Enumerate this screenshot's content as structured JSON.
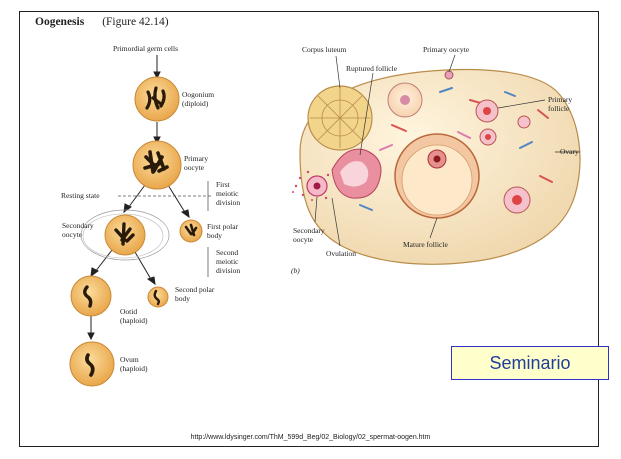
{
  "oogenesis": {
    "title": "Oogenesis",
    "figure_ref": "(Figure 42.14)",
    "primordial": "Primordial germ cells",
    "oogonium": "Oogonium\n(diploid)",
    "primary_oocyte": "Primary\noocyte",
    "resting_state": "Resting state",
    "first_meiotic": "First\nmeiotic\ndivision",
    "secondary_oocyte": "Secondary\noocyte",
    "first_polar": "First polar\nbody",
    "second_meiotic": "Second\nmeiotic\ndivision",
    "second_polar": "Second polar\nbody",
    "ootid": "Ootid\n(haploid)",
    "ovum": "Ovum\n(haploid)"
  },
  "ovary": {
    "corpus_luteum": "Corpus luteum",
    "ruptured_follicle": "Ruptured follicle",
    "primary_oocyte": "Primary oocyte",
    "primary_follicle": "Primary\nfollicle",
    "ovary": "Ovary",
    "secondary_oocyte": "Secondary\noocyte",
    "ovulation": "Ovulation",
    "mature_follicle": "Mature follicle",
    "panel_b": "(b)"
  },
  "tag": "Seminario",
  "url": "http://www.ldysinger.com/ThM_599d_Beg/02_Biology/02_spermat-oogen.htm"
}
